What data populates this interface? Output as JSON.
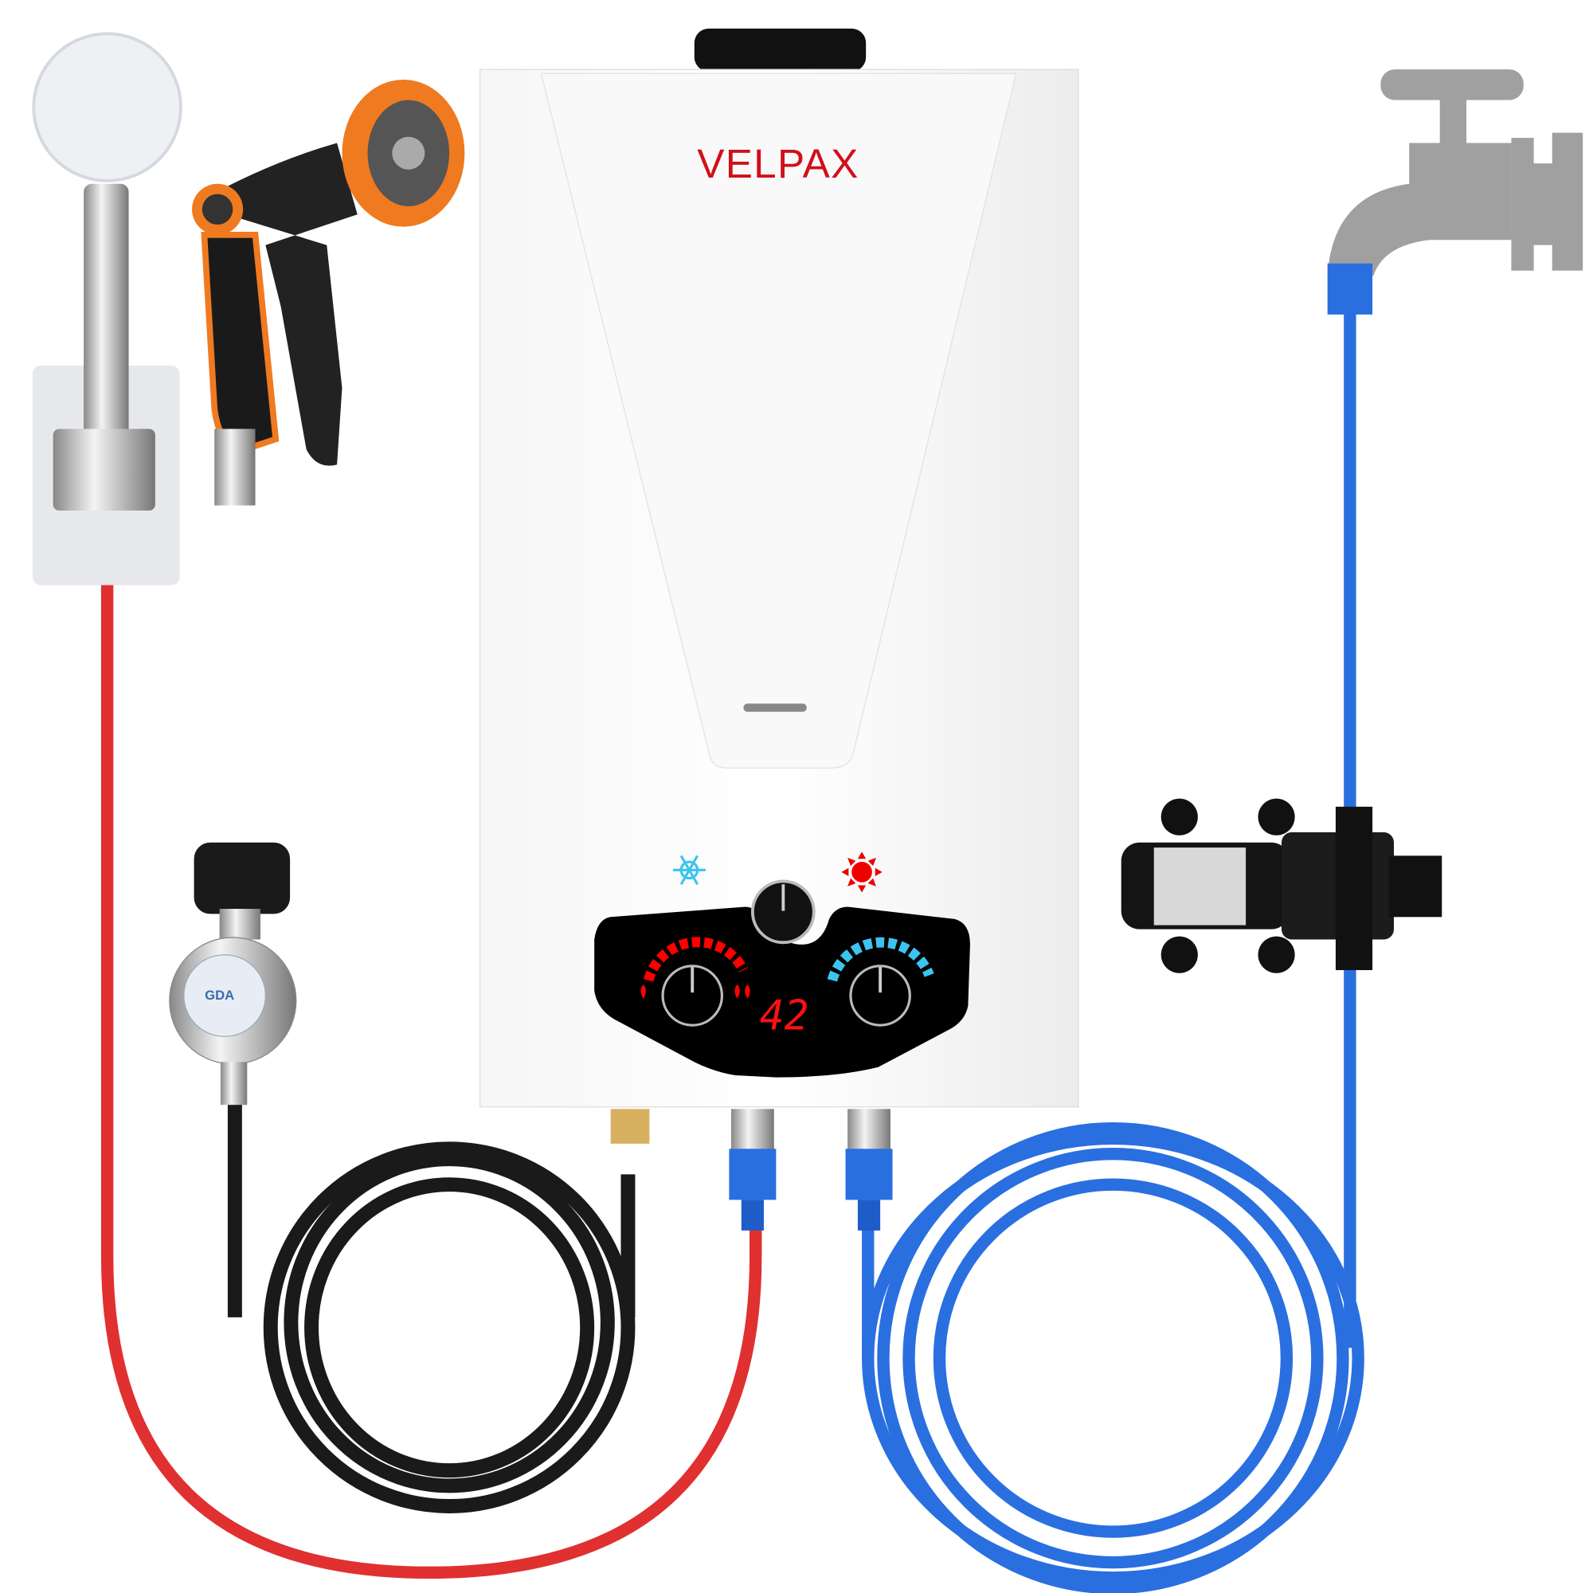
{
  "product": {
    "brand": "VELPAX",
    "display_temperature": "42",
    "regulator_label": "GDA"
  },
  "colors": {
    "brand_red": "#d0101a",
    "hot_hose": "#e03030",
    "cold_hose": "#2a6fe0",
    "gas_hose": "#1a1a1a",
    "heat_indicator": "#ff0000",
    "flow_indicator": "#3cc4f0",
    "faucet_gray": "#a0a0a0",
    "nozzle_orange": "#f07a20"
  },
  "icons": [
    "snowflake-icon",
    "sun-icon",
    "flame-icon",
    "shower-icon",
    "tap-icon"
  ]
}
